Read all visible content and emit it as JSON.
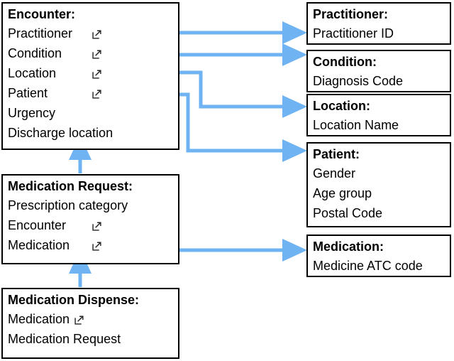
{
  "diagram": {
    "type": "entity-relationship",
    "accent_color": "#6FB3F2",
    "box_border_color": "#000000",
    "background_color": "#FFFFFF",
    "link_icon_name": "external-link-icon"
  },
  "entities": {
    "encounter": {
      "title": "Encounter:",
      "fields": [
        {
          "label": "Practitioner",
          "link": true
        },
        {
          "label": "Condition",
          "link": true
        },
        {
          "label": "Location",
          "link": true
        },
        {
          "label": "Patient",
          "link": true
        },
        {
          "label": "Urgency",
          "link": false
        },
        {
          "label": "Discharge location",
          "link": false
        }
      ]
    },
    "medication_request": {
      "title": "Medication Request:",
      "fields": [
        {
          "label": "Prescription category",
          "link": false
        },
        {
          "label": "Encounter",
          "link": true
        },
        {
          "label": "Medication",
          "link": true
        }
      ]
    },
    "medication_dispense": {
      "title": "Medication Dispense:",
      "fields": [
        {
          "label": "Medication",
          "link": true
        },
        {
          "label": "Medication Request",
          "link": false
        }
      ]
    },
    "practitioner": {
      "title": "Practitioner:",
      "fields": [
        {
          "label": "Practitioner ID",
          "link": false
        }
      ]
    },
    "condition": {
      "title": "Condition:",
      "fields": [
        {
          "label": "Diagnosis Code",
          "link": false
        }
      ]
    },
    "location": {
      "title": "Location:",
      "fields": [
        {
          "label": "Location Name",
          "link": false
        }
      ]
    },
    "patient": {
      "title": "Patient:",
      "fields": [
        {
          "label": "Gender",
          "link": false
        },
        {
          "label": "Age group",
          "link": false
        },
        {
          "label": "Postal Code",
          "link": false
        }
      ]
    },
    "medication": {
      "title": "Medication:",
      "fields": [
        {
          "label": "Medicine ATC code",
          "link": false
        }
      ]
    }
  },
  "connections": [
    {
      "name": "encounter-practitioner",
      "from": "encounter.Practitioner",
      "to": "practitioner"
    },
    {
      "name": "encounter-condition",
      "from": "encounter.Condition",
      "to": "condition"
    },
    {
      "name": "encounter-location",
      "from": "encounter.Location",
      "to": "location"
    },
    {
      "name": "encounter-patient",
      "from": "encounter.Patient",
      "to": "patient"
    },
    {
      "name": "medrequest-medication",
      "from": "medication_request.Medication",
      "to": "medication"
    },
    {
      "name": "medrequest-encounter",
      "from": "medication_request.Encounter",
      "to": "encounter"
    },
    {
      "name": "meddispense-medrequest",
      "from": "medication_dispense.Medication Request",
      "to": "medication_request"
    }
  ]
}
